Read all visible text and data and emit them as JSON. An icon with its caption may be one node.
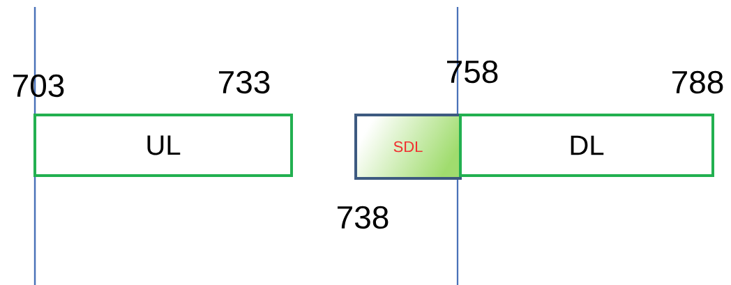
{
  "diagram": {
    "nodes": [
      {
        "text": [
          "UL"
        ]
      },
      {
        "text": [
          "SDL"
        ]
      },
      {
        "text": [
          "DL"
        ]
      }
    ],
    "labels": [
      "703",
      "733",
      "758",
      "788",
      "738"
    ]
  }
}
